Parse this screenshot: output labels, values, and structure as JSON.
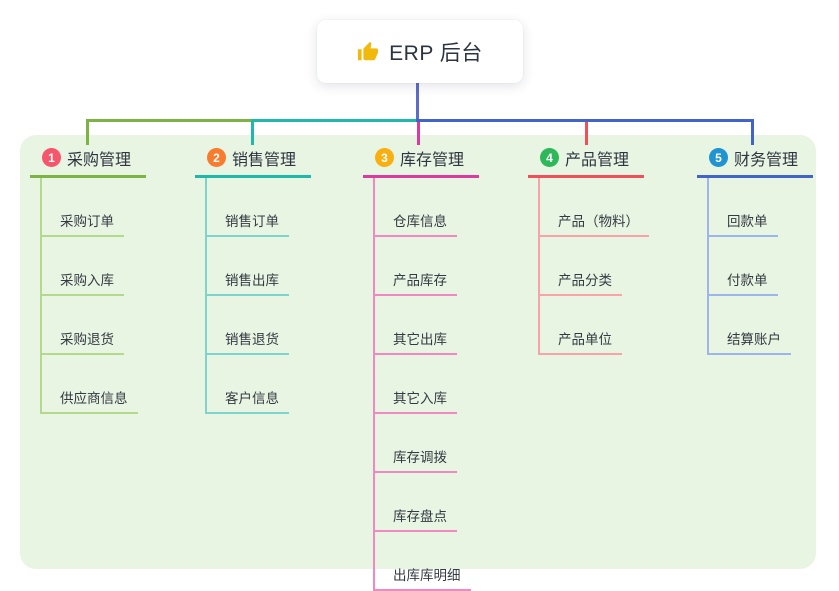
{
  "root": {
    "title": "ERP 后台",
    "icon": "thumbs-up-icon"
  },
  "colors": {
    "panel_bg": "#e9f5e3",
    "root_line": "#5b6ccc",
    "thumb": "#f0b90b",
    "card_bg": "#ffffff",
    "title_color": "#2c3440"
  },
  "branches": [
    {
      "num": "1",
      "label": "采购管理",
      "badge": "#f5566b",
      "accent": "#7cb342",
      "light": "#b5d98c",
      "children": [
        "采购订单",
        "采购入库",
        "采购退货",
        "供应商信息"
      ]
    },
    {
      "num": "2",
      "label": "销售管理",
      "badge": "#f97b2e",
      "accent": "#1fb8ab",
      "light": "#7ed4cc",
      "children": [
        "销售订单",
        "销售出库",
        "销售退货",
        "客户信息"
      ]
    },
    {
      "num": "3",
      "label": "库存管理",
      "badge": "#f9af12",
      "accent": "#d93c9e",
      "light": "#f089c2",
      "children": [
        "仓库信息",
        "产品库存",
        "其它出库",
        "其它入库",
        "库存调拨",
        "库存盘点",
        "出库库明细"
      ]
    },
    {
      "num": "4",
      "label": "产品管理",
      "badge": "#2fb859",
      "accent": "#f0505a",
      "light": "#f8a3a8",
      "children": [
        "产品（物料）",
        "产品分类",
        "产品单位"
      ]
    },
    {
      "num": "5",
      "label": "财务管理",
      "badge": "#2093d3",
      "accent": "#4164c9",
      "light": "#9cb6eb",
      "children": [
        "回款单",
        "付款单",
        "结算账户"
      ]
    }
  ]
}
